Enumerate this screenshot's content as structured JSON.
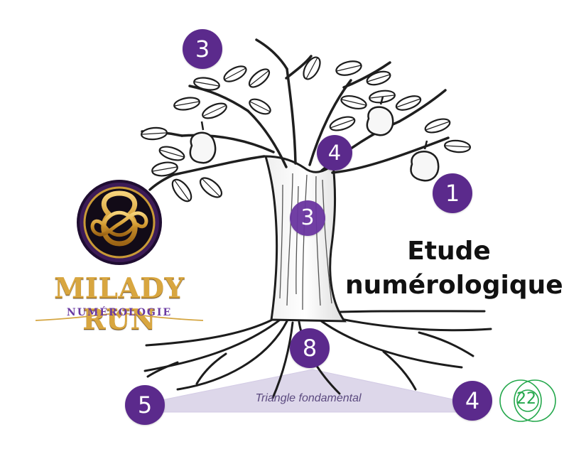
{
  "title": "Etude\nnumérologique",
  "title_line1": "Etude",
  "title_line2": "numérologique",
  "badges": {
    "top_left": "3",
    "center": "4",
    "right": "1",
    "trunk": "3",
    "roots": "8",
    "bottom_left": "5",
    "bottom_right": "4"
  },
  "triangle_label": "Triangle fondamental",
  "logo": {
    "title": "MILADY RUN",
    "subtitle": "NUMÉROLOGIE"
  },
  "ring_logo": {
    "text": "22"
  },
  "colors": {
    "badge_purple": "#5b2a8c",
    "triangle_fill": "#ddd7ea",
    "logo_gold": "#d8a640",
    "logo_purple": "#6a3aa1",
    "ring_green": "#23a74b"
  }
}
